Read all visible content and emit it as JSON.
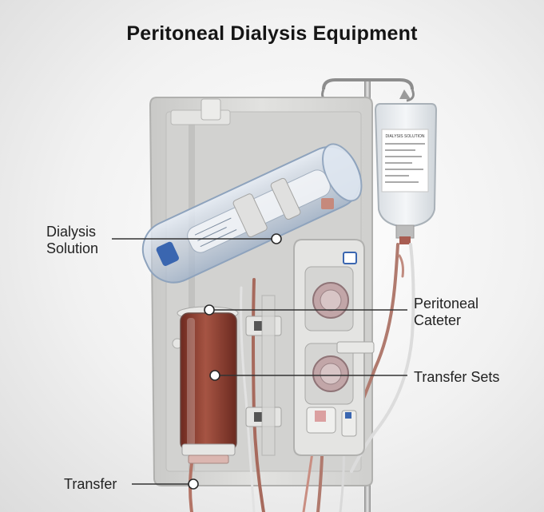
{
  "title": "Peritoneal Dialysis Equipment",
  "labels": {
    "dialysis_solution_line1": "Dialysis",
    "dialysis_solution_line2": "Solution",
    "peritoneal_cateter_line1": "Peritoneal",
    "peritoneal_cateter_line2": "Cateter",
    "transfer_sets": "Transfer Sets",
    "transfer": "Transfer"
  },
  "bag_label_heading": "DIALYSIS SOLUTION",
  "colors": {
    "panel": "#d7d7d5",
    "fluid": "#8a3a2e",
    "tubing": "#b07a6e",
    "accent_blue": "#3a66b0"
  }
}
